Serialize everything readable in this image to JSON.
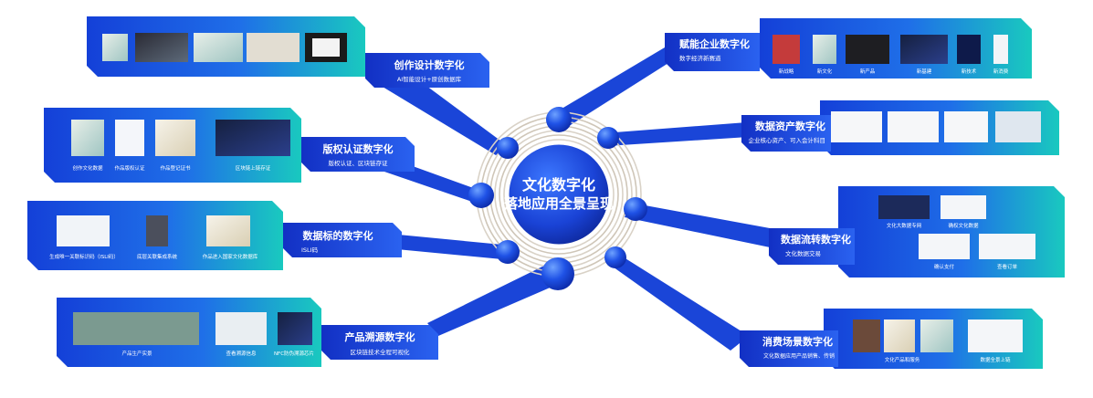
{
  "center": {
    "line1": "文化数字化",
    "line2": "落地应用全景呈现"
  },
  "colors": {
    "primary": "#1f57e8",
    "dark": "#0f2fb8",
    "teal": "#16c7c0",
    "white": "#ffffff"
  },
  "branches": [
    {
      "id": "creative",
      "title": "创作设计数字化",
      "subtitle": "AI智能设计+原创数据库",
      "images": [
        "",
        "",
        "",
        "",
        ""
      ]
    },
    {
      "id": "copyright",
      "title": "版权认证数字化",
      "subtitle": "版权认证、区块链存证",
      "images": [
        "创作文化数据",
        "作品版权认证",
        "作品登记证书",
        "区块链上链存证"
      ]
    },
    {
      "id": "datamark",
      "title": "数据标的数字化",
      "subtitle": "ISLI码",
      "images": [
        "生成唯一关联标识码（ISLI码）",
        "底层关联集成系统",
        "作品进入国家文化数据库"
      ]
    },
    {
      "id": "trace",
      "title": "产品溯源数字化",
      "subtitle": "区块链技术全程可视化",
      "images": [
        "产品生产实景",
        "查看溯源信息",
        "NFC防伪溯源芯片"
      ]
    },
    {
      "id": "enterprise",
      "title": "赋能企业数字化",
      "subtitle": "数字经济新赛道",
      "images": [
        "新战略",
        "新文化",
        "新产品",
        "新基建",
        "新技术",
        "新消费"
      ]
    },
    {
      "id": "asset",
      "title": "数据资产数字化",
      "subtitle": "企业核心资产、可入会计科目",
      "images": [
        "",
        "",
        "",
        ""
      ]
    },
    {
      "id": "flow",
      "title": "数据流转数字化",
      "subtitle": "文化数据交易",
      "images": [
        "文化大数据专网",
        "确权文化数据",
        "确认支付",
        "查看订单"
      ]
    },
    {
      "id": "consume",
      "title": "消费场景数字化",
      "subtitle": "文化数据应用产品销售、传销",
      "images": [
        "文化产品和服务",
        "数据全景上链"
      ]
    }
  ]
}
